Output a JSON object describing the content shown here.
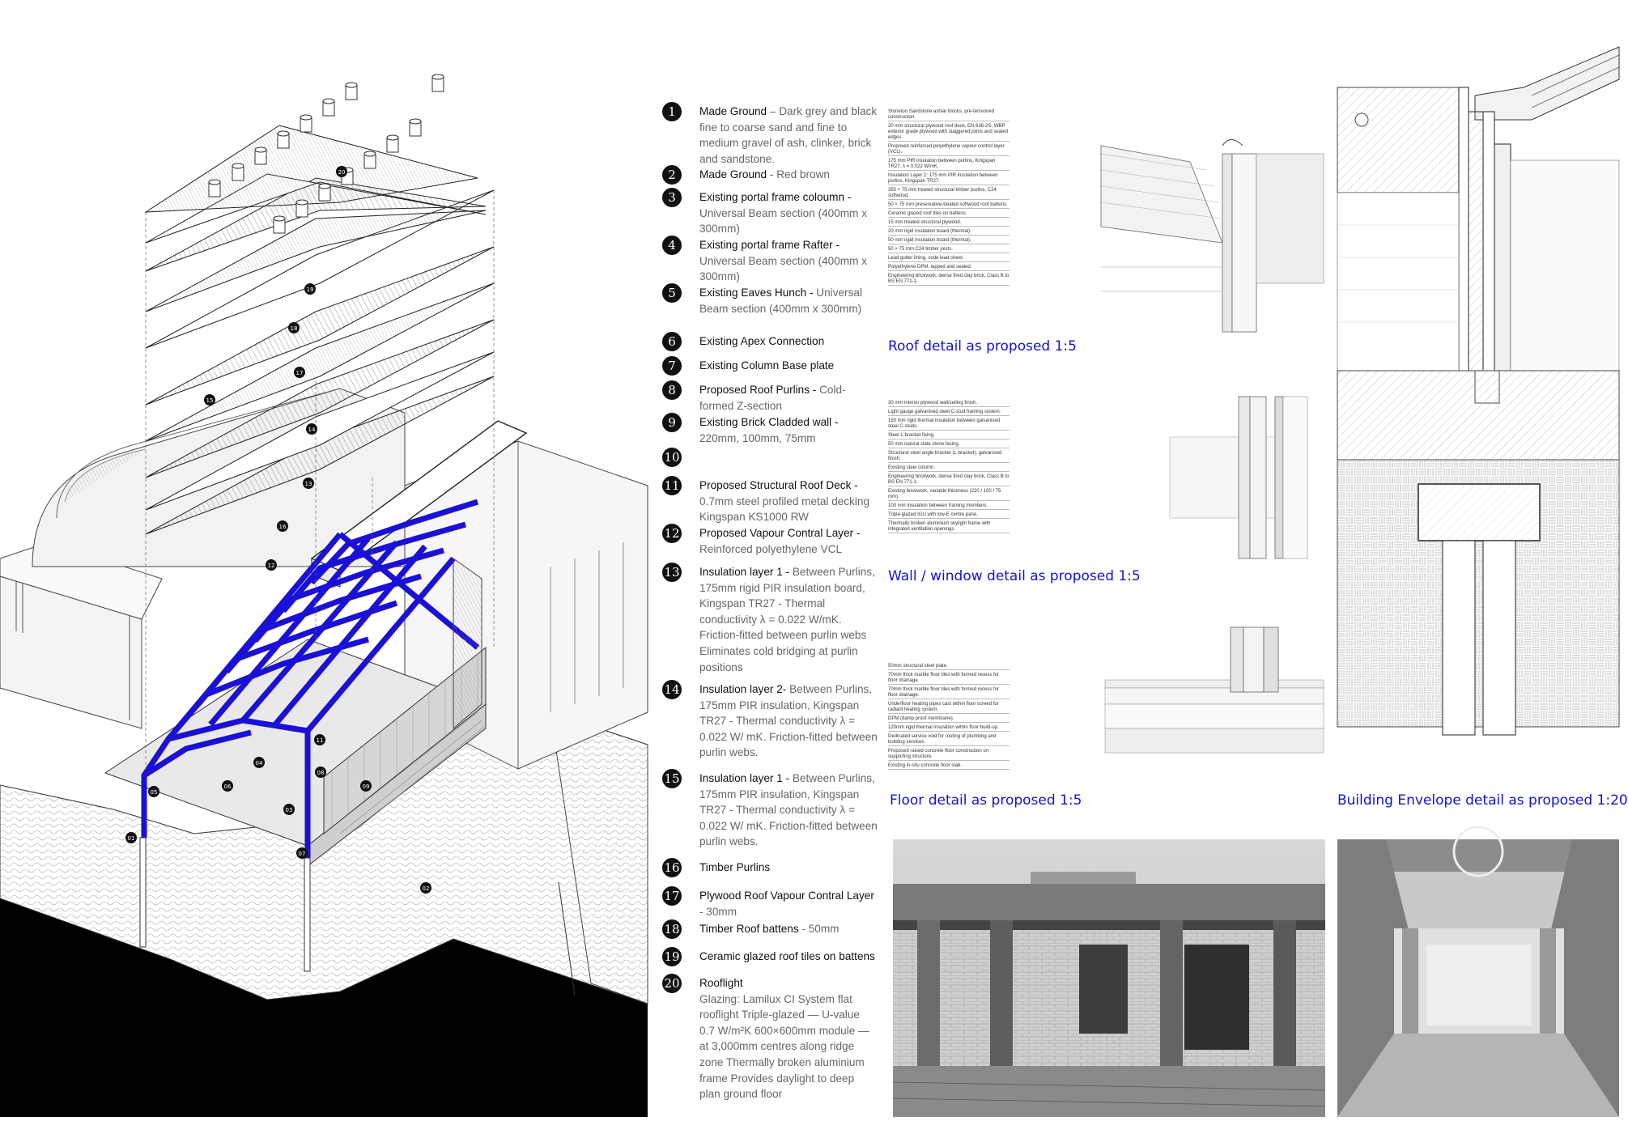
{
  "legend": [
    {
      "num": "1",
      "title": "Made Ground",
      "desc": " – Dark grey and black fine to coarse sand and fine to medium gravel of ash, clinker, brick and sandstone."
    },
    {
      "num": "2",
      "title": "Made Ground",
      "desc": " - Red brown"
    },
    {
      "num": "3",
      "title": "Existing portal frame coloumn -",
      "desc": " Universal Beam section (400mm x 300mm)"
    },
    {
      "num": "4",
      "title": "Existing portal frame Rafter -",
      "desc": " Universal Beam section (400mm x 300mm)"
    },
    {
      "num": "5",
      "title": "Existing Eaves Hunch -",
      "desc": " Universal Beam section (400mm x 300mm)"
    },
    {
      "num": "6",
      "title": "Existing Apex Connection",
      "desc": ""
    },
    {
      "num": "7",
      "title": "Existing Column Base plate",
      "desc": ""
    },
    {
      "num": "8",
      "title": "Proposed Roof Purlins -",
      "desc": " Cold-formed Z-section"
    },
    {
      "num": "9",
      "title": "Existing Brick Cladded wall -",
      "desc": " 220mm, 100mm, 75mm"
    },
    {
      "num": "10",
      "title": "",
      "desc": ""
    },
    {
      "num": "11",
      "title": "Proposed Structural Roof Deck -",
      "desc": " 0.7mm steel profiled metal decking Kingspan KS1000 RW"
    },
    {
      "num": "12",
      "title": "Proposed Vapour Contral Layer -",
      "desc": " Reinforced polyethylene VCL"
    },
    {
      "num": "13",
      "title": "Insulation layer 1 -",
      "desc": " Between Purlins, 175mm rigid PIR insulation board, Kingspan TR27 - Thermal conductivity λ = 0.022 W/mK. Friction-fitted between purlin webs Eliminates cold bridging at purlin positions"
    },
    {
      "num": "14",
      "title": "Insulation layer 2-",
      "desc": " Between Purlins, 175mm PIR insulation, Kingspan TR27 - Thermal conductivity λ = 0.022 W/ mK. Friction-fitted between purlin webs."
    },
    {
      "num": "15",
      "title": "Insulation layer 1 -",
      "desc": " Between Purlins, 175mm PIR insulation, Kingspan TR27 - Thermal conductivity λ = 0.022 W/ mK. Friction-fitted between purlin webs."
    },
    {
      "num": "16",
      "title": "Timber Purlins",
      "desc": ""
    },
    {
      "num": "17",
      "title": "Plywood Roof Vapour Contral Layer",
      "desc": " - 30mm"
    },
    {
      "num": "18",
      "title": "Timber Roof battens",
      "desc": " - 50mm"
    },
    {
      "num": "19",
      "title": "Ceramic glazed roof tiles on battens",
      "desc": ""
    },
    {
      "num": "20",
      "title": "Rooflight",
      "desc": "Glazing: Lamilux CI System flat rooflight Triple-glazed — U-value 0.7 W/m²K 600×600mm module — at 3,000mm centres along ridge zone Thermally broken aluminium frame Provides daylight to deep plan ground floor"
    }
  ],
  "captions": {
    "roof": "Roof detail as proposed 1:5",
    "wall": "Wall / window detail as proposed 1:5",
    "floor": "Floor detail as proposed 1:5",
    "envelope": "Building Envelope detail as proposed 1:20"
  },
  "roof_notes": [
    "Stoneton Sandstone ashlar blocks, pre-tensioned construction.",
    "20 mm structural plywood roof deck, EN 636-2S, WBP exterior grade plywood with staggered joints and sealed edges.",
    "Proposed reinforced polyethylene vapour control layer (VCL).",
    "175 mm PIR insulation between purlins, Kingspan TR27, λ = 0.022 W/mK.",
    "Insulation Layer 2: 175 mm PIR insulation between purlins, Kingspan TR27.",
    "350 × 75 mm treated structural timber purlins, C24 softwood.",
    "50 × 75 mm preservative-treated softwood roof battens.",
    "Ceramic glazed roof tiles on battens.",
    "15 mm treated structural plywood.",
    "20 mm rigid insulation board (thermal).",
    "50 mm rigid insulation board (thermal).",
    "50 × 75 mm C24 timber joists.",
    "Lead gutter lining, code lead sheet.",
    "Polyethylene DPM, lapped and sealed.",
    "Engineering brickwork, dense fired clay brick, Class B to BS EN 771-1."
  ],
  "wall_notes": [
    "30 mm interior plywood wall/ceiling finish.",
    "Light gauge galvanised steel C-stud framing system.",
    "150 mm rigid thermal insulation between galvanised steel C-studs.",
    "Steel L-bracket fixing.",
    "50 mm natural slate stone facing.",
    "Structural steel angle bracket (L-bracket), galvanised finish.",
    "Existing steel column.",
    "Engineering brickwork, dense fired clay brick, Class B to BS EN 771-1.",
    "Existing brickwork, variable thickness (220 / 100 / 75 mm).",
    "100 mm insulation between framing members.",
    "Triple-glazed IGU with low-E centre pane.",
    "Thermally broken aluminium skylight frame with integrated ventilation openings."
  ],
  "floor_notes": [
    "50mm structural steel plate.",
    "70mm thick marble floor tiles with formed recess for floor drainage.",
    "70mm thick marble floor tiles with formed recess for floor drainage.",
    "Underfloor heating pipes cast within floor screed for radiant heating system.",
    "DPM (damp proof membrane).",
    "120mm rigid thermal insulation within floor build-up.",
    "Dedicated service void for routing of plumbing and building services.",
    "Proposed raised concrete floor construction on supporting structure.",
    "Existing in-situ concrete floor slab."
  ],
  "axo_labels": [
    "20",
    "19",
    "18",
    "17",
    "15",
    "14",
    "13",
    "16",
    "12",
    "11",
    "04",
    "08",
    "09",
    "05",
    "06",
    "03",
    "07",
    "01",
    "02"
  ],
  "colors": {
    "structure": "#1a10d8",
    "caption": "#1414cc",
    "ground": "#000000"
  }
}
